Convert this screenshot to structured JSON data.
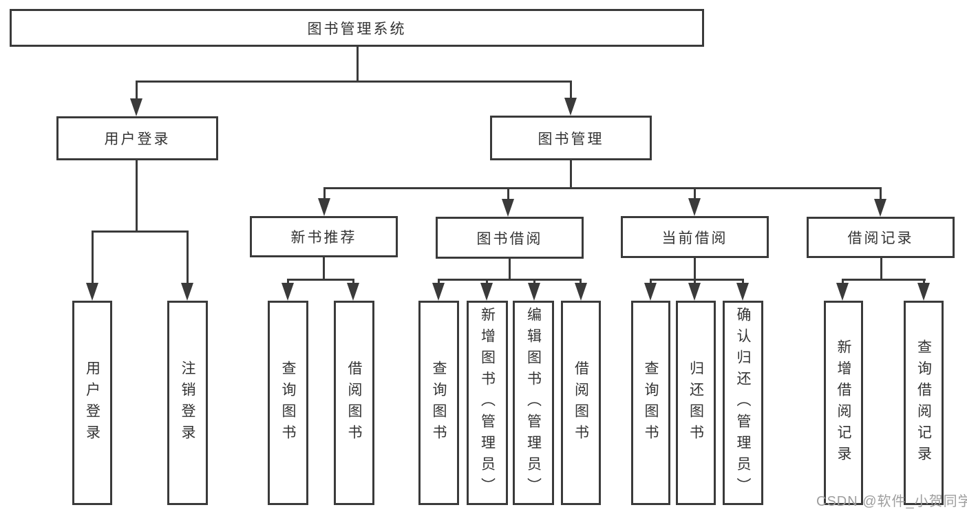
{
  "title": "图书管理系统",
  "tree": {
    "login": {
      "label": "用户登录",
      "children": [
        "用户登录",
        "注销登录"
      ]
    },
    "mgmt": {
      "label": "图书管理"
    },
    "newbook": {
      "label": "新书推荐",
      "children": [
        "查询图书",
        "借阅图书"
      ]
    },
    "borrow": {
      "label": "图书借阅",
      "children": [
        "查询图书",
        "新增图书（管理员）",
        "编辑图书（管理员）",
        "借阅图书"
      ]
    },
    "current": {
      "label": "当前借阅",
      "children": [
        "查询图书",
        "归还图书",
        "确认归还（管理员）"
      ]
    },
    "records": {
      "label": "借阅记录",
      "children": [
        "新增借阅记录",
        "查询借阅记录"
      ]
    }
  },
  "watermark": "CSDN @软件_小贺同学",
  "colors": {
    "line": "#3a3a3a",
    "text": "#333333",
    "watermark": "#9e9e9e",
    "background": "#ffffff"
  }
}
